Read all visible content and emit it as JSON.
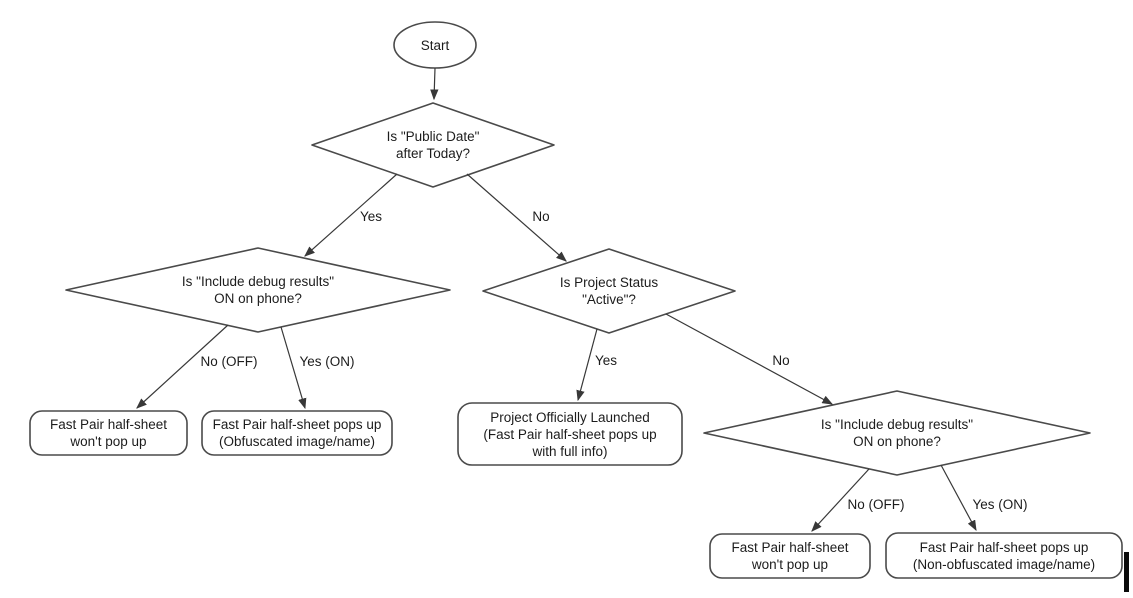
{
  "colors": {
    "background": "#ffffff",
    "shape_fill": "#ffffff",
    "shape_stroke": "#4a4a4a",
    "arrow": "#383838",
    "text": "#1c1c1c",
    "cursor_bar": "#0a0a0a"
  },
  "nodes": {
    "start": {
      "type": "terminator-ellipse",
      "label": "Start"
    },
    "decision_public_date": {
      "type": "decision-diamond",
      "label": "Is \"Public Date\"\nafter Today?"
    },
    "decision_debug_left": {
      "type": "decision-diamond",
      "label": "Is \"Include debug results\"\nON on phone?"
    },
    "decision_project_status": {
      "type": "decision-diamond",
      "label": "Is Project Status\n\"Active\"?"
    },
    "decision_debug_right": {
      "type": "decision-diamond",
      "label": "Is \"Include debug results\"\nON on phone?"
    },
    "result_no_popup_left": {
      "type": "result-rounded-box",
      "label": "Fast Pair half-sheet\nwon't pop up"
    },
    "result_obfuscated": {
      "type": "result-rounded-box",
      "label": "Fast Pair half-sheet pops up\n(Obfuscated image/name)"
    },
    "result_launched": {
      "type": "result-rounded-box",
      "label": "Project Officially Launched\n(Fast Pair half-sheet pops up\nwith full info)"
    },
    "result_no_popup_right": {
      "type": "result-rounded-box",
      "label": "Fast Pair half-sheet\nwon't pop up"
    },
    "result_non_obfuscated": {
      "type": "result-rounded-box",
      "label": "Fast Pair half-sheet pops up\n(Non-obfuscated image/name)"
    }
  },
  "edges": {
    "public_date_yes": "Yes",
    "public_date_no": "No",
    "debug_left_no": "No (OFF)",
    "debug_left_yes": "Yes (ON)",
    "project_status_yes": "Yes",
    "project_status_no": "No",
    "debug_right_no": "No (OFF)",
    "debug_right_yes": "Yes (ON)"
  }
}
